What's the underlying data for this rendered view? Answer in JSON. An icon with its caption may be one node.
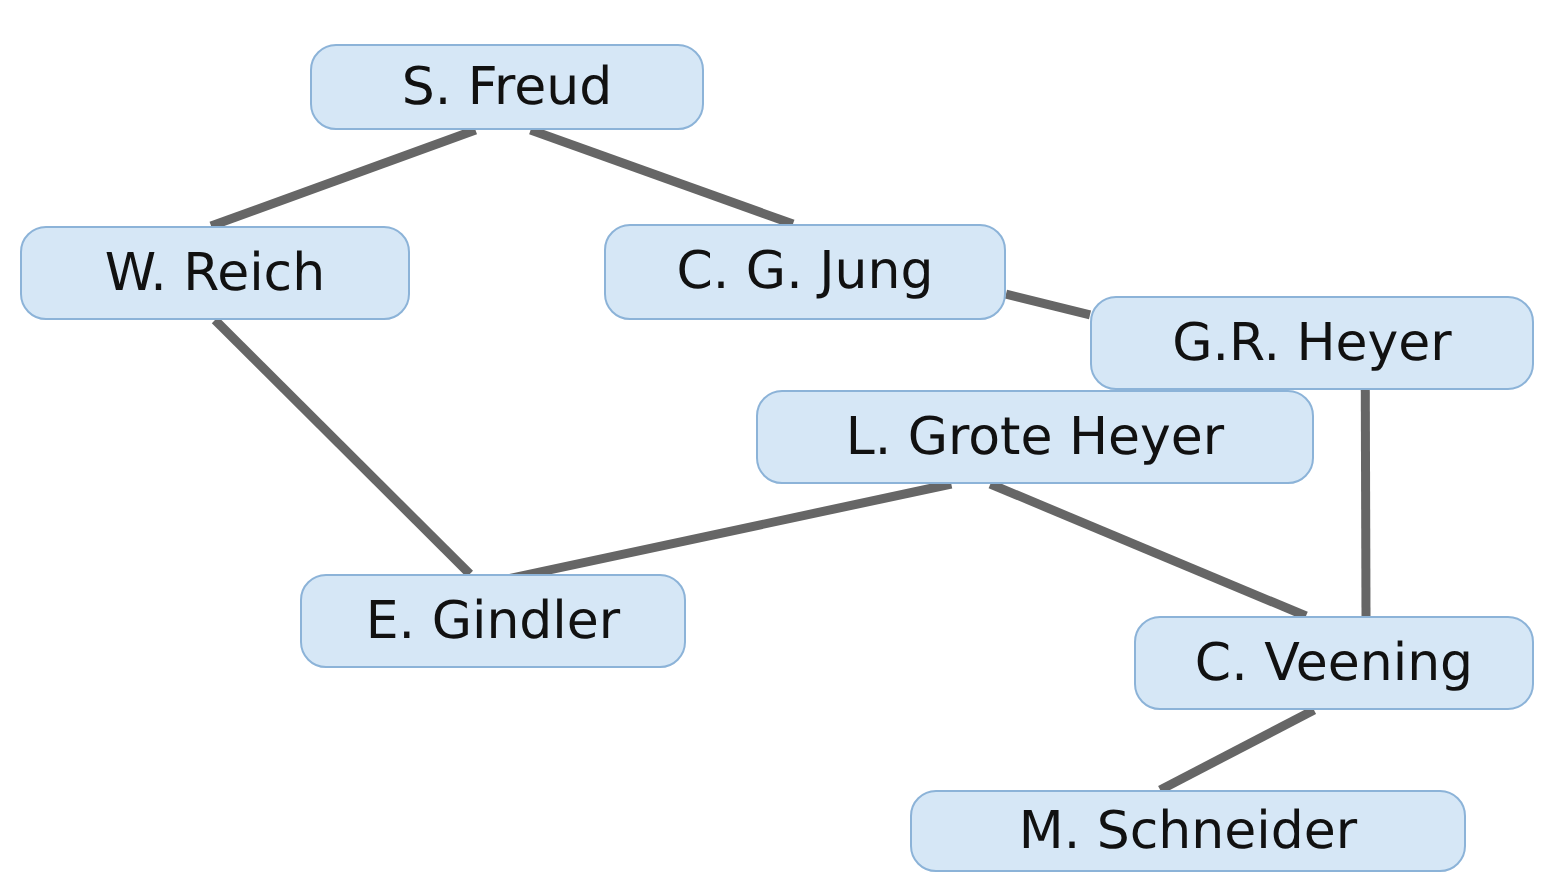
{
  "diagram": {
    "nodes": [
      {
        "text": [
          "S. Freud"
        ]
      },
      {
        "text": [
          "W. Reich"
        ]
      },
      {
        "text": [
          "C. G. Jung"
        ]
      },
      {
        "text": [
          "G.R. Heyer"
        ]
      },
      {
        "text": [
          "L. Grote Heyer"
        ]
      },
      {
        "text": [
          "E. Gindler"
        ]
      },
      {
        "text": [
          "C. Veening"
        ]
      },
      {
        "text": [
          "M. Schneider"
        ]
      }
    ],
    "edges": [
      {
        "from": 0,
        "to": 1,
        "arrow": "none"
      },
      {
        "from": 0,
        "to": 2,
        "arrow": "none"
      },
      {
        "from": 2,
        "to": 3,
        "arrow": "none"
      },
      {
        "from": 1,
        "to": 5,
        "arrow": "none"
      },
      {
        "from": 4,
        "to": 5,
        "arrow": "none"
      },
      {
        "from": 4,
        "to": 6,
        "arrow": "none"
      },
      {
        "from": 3,
        "to": 6,
        "arrow": "none"
      },
      {
        "from": 6,
        "to": 7,
        "arrow": "none"
      }
    ]
  }
}
